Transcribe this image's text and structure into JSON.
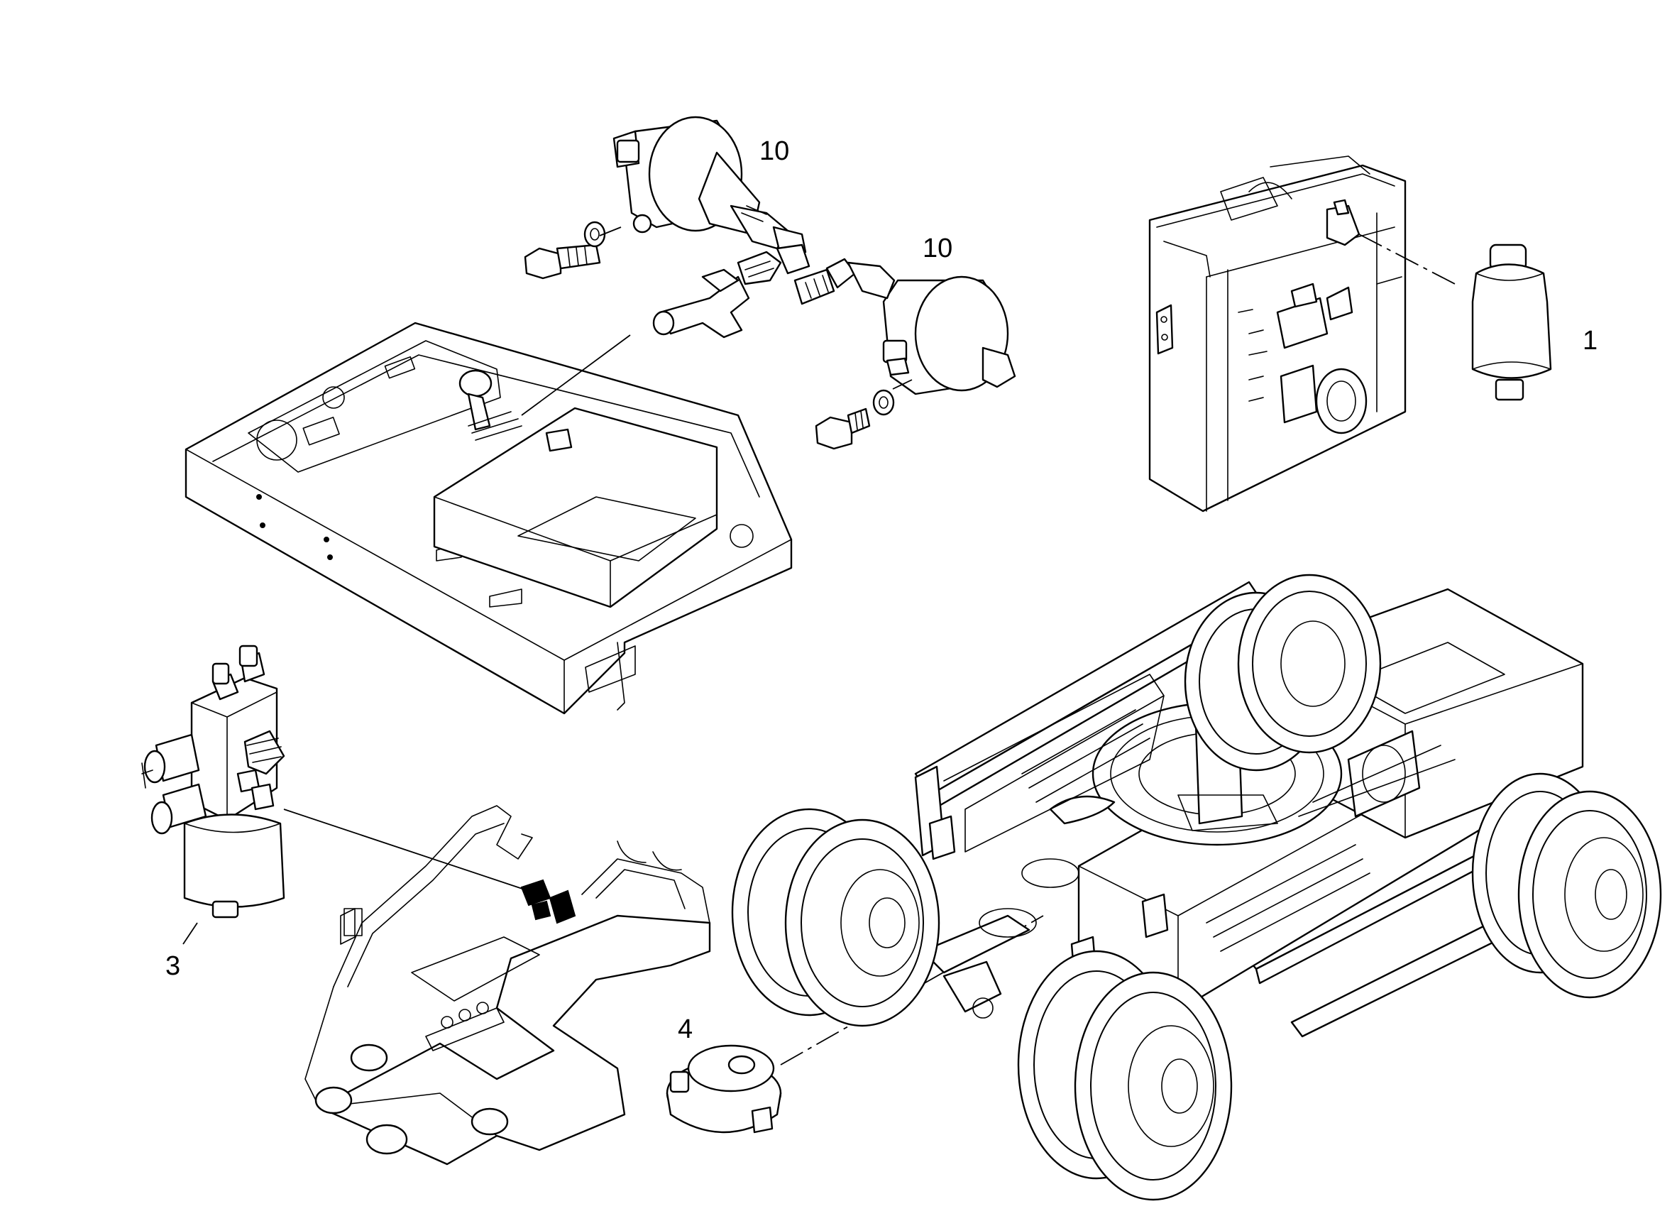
{
  "callouts": [
    {
      "id": "part-10-upper",
      "label": "10"
    },
    {
      "id": "part-10-lower",
      "label": "10"
    },
    {
      "id": "part-1",
      "label": "1"
    },
    {
      "id": "part-3",
      "label": "3"
    },
    {
      "id": "part-4",
      "label": "4"
    }
  ],
  "colors": {
    "line": "#000000",
    "background": "#ffffff"
  }
}
